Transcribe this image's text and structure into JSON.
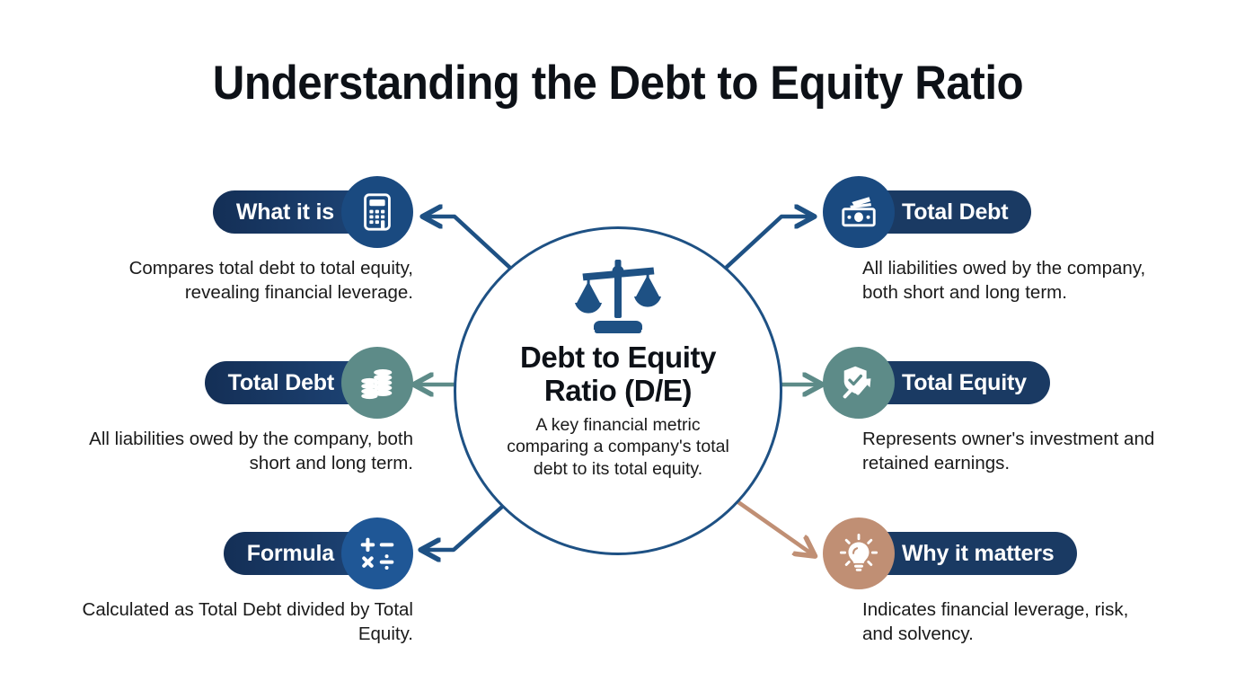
{
  "title": "Understanding the Debt to Equity Ratio",
  "hub": {
    "icon": "balance-scale-icon",
    "title": "Debt to Equity Ratio (D/E)",
    "description": "A key financial metric comparing a company's total debt to its total equity."
  },
  "colors": {
    "hub_border": "#1e5184",
    "hub_icon": "#1e5184",
    "pill_navy_dark": "#142f56",
    "pill_navy_light": "#1d4476",
    "pill_right_navy": "#1a3a63",
    "badge_blue_dark": "#1a4a80",
    "badge_blue": "#1f5796",
    "badge_teal": "#5d8b88",
    "badge_terracotta": "#c08f74",
    "connector_blue": "#1e5184",
    "connector_teal": "#5d8b88",
    "connector_terracotta": "#c08f74",
    "text_dark": "#1a1a1a",
    "title_color": "#0d1117",
    "background": "#ffffff"
  },
  "nodes": {
    "left": [
      {
        "id": "what-it-is",
        "label": "What it is",
        "description": "Compares total debt to total equity, revealing financial leverage.",
        "icon": "calculator-icon",
        "badge_color": "#1a4a80",
        "connector_color": "#1e5184"
      },
      {
        "id": "total-debt-left",
        "label": "Total Debt",
        "description": "All liabilities owed by the company, both short and long term.",
        "icon": "coin-stack-icon",
        "badge_color": "#5d8b88",
        "connector_color": "#5d8b88"
      },
      {
        "id": "formula",
        "label": "Formula",
        "description": "Calculated as Total Debt divided by Total Equity.",
        "icon": "math-operators-icon",
        "badge_color": "#1f5796",
        "connector_color": "#1e5184"
      }
    ],
    "right": [
      {
        "id": "total-debt-right",
        "label": "Total Debt",
        "description": "All liabilities owed by the company, both short and long term.",
        "icon": "banknote-icon",
        "badge_color": "#1a4a80",
        "connector_color": "#1e5184"
      },
      {
        "id": "total-equity",
        "label": "Total Equity",
        "description": "Represents owner's investment and retained earnings.",
        "icon": "shield-growth-icon",
        "badge_color": "#5d8b88",
        "connector_color": "#5d8b88"
      },
      {
        "id": "why-it-matters",
        "label": "Why it matters",
        "description": "Indicates financial leverage, risk, and solvency.",
        "icon": "lightbulb-icon",
        "badge_color": "#c08f74",
        "connector_color": "#c08f74"
      }
    ]
  }
}
